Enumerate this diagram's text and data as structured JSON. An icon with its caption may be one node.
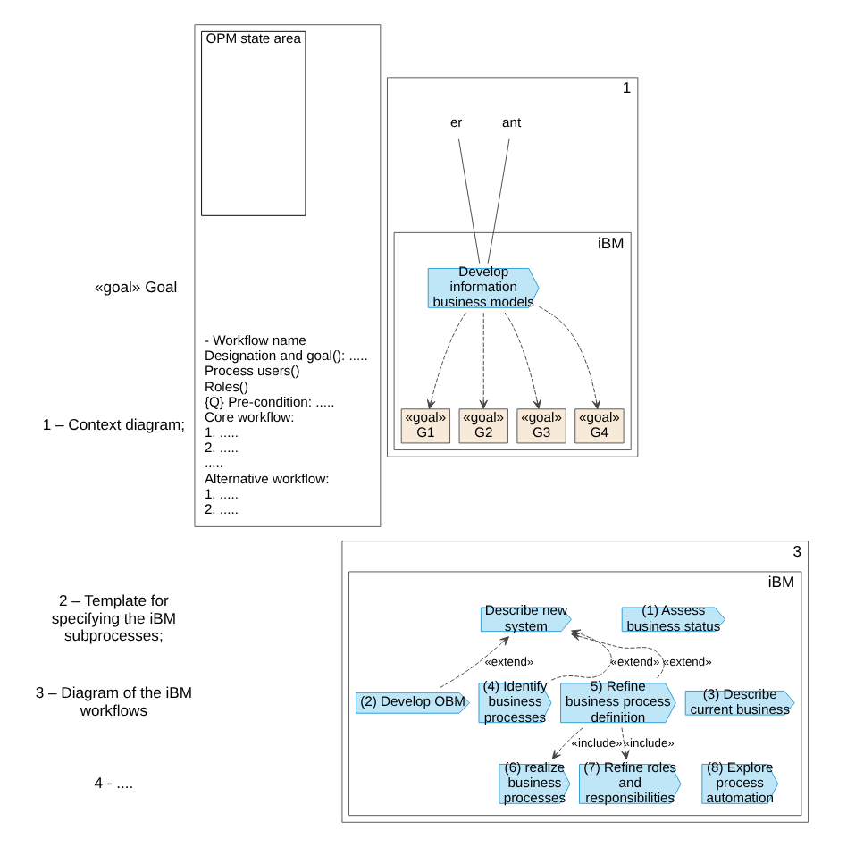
{
  "diagram": {
    "nodes": [
      {
        "text": [
          "1"
        ]
      },
      {
        "text": [
          "iBM"
        ],
        "in": 0
      },
      {
        "text": [
          "ant"
        ],
        "in": 0
      },
      {
        "text": [
          "er"
        ],
        "in": 0
      },
      {
        "text": [
          "Develop information business models"
        ],
        "in": 1
      },
      {
        "text": [
          "«goal»",
          "G1"
        ],
        "in": 1
      },
      {
        "text": [
          "«goal»",
          "G2"
        ],
        "in": 1
      },
      {
        "text": [
          "«goal»",
          "G3"
        ],
        "in": 1
      },
      {
        "text": [
          "«goal»",
          "G4"
        ],
        "in": 1
      },
      {
        "text": [],
        "shape": "box"
      },
      {
        "text": [
          "- Workflow name",
          "Designation and goal(): .....",
          "Process users()",
          "Roles()",
          "{Q} Pre-condition: .....",
          "Core workflow:",
          "1. .....",
          "2. .....",
          ".....",
          "Alternative workflow:",
          "1. .....",
          "2. ....."
        ],
        "in": 9
      },
      {
        "text": [
          "OPM state area"
        ],
        "in": 9
      },
      {
        "text": [
          "3"
        ]
      },
      {
        "text": [
          "iBM"
        ],
        "in": 12
      },
      {
        "text": [
          "(1) Assess business status"
        ],
        "in": 13
      },
      {
        "text": [
          "Describe new system"
        ],
        "in": 13
      },
      {
        "text": [
          "(2) Develop OBM"
        ],
        "in": 13
      },
      {
        "text": [
          "(4) Identify business processes"
        ],
        "in": 13
      },
      {
        "text": [
          "5) Refine business process definition"
        ],
        "in": 13
      },
      {
        "text": [
          "(3) Describe current business"
        ],
        "in": 13
      },
      {
        "text": [
          "(8) Explore process automation"
        ],
        "in": 13
      },
      {
        "text": [
          "(6) realize business processes"
        ],
        "in": 13
      },
      {
        "text": [
          "(7) Refine roles and responsibilities"
        ],
        "in": 13
      }
    ],
    "edges": [
      {
        "from": 2,
        "to": 4,
        "arrow": "none"
      },
      {
        "from": 3,
        "to": 4,
        "arrow": "none"
      },
      {
        "from": 4,
        "to": 5,
        "arrow": "to",
        "style": "dashed"
      },
      {
        "from": 4,
        "to": 6,
        "arrow": "to",
        "style": "dashed"
      },
      {
        "from": 4,
        "to": 7,
        "arrow": "to",
        "style": "dashed"
      },
      {
        "from": 4,
        "to": 8,
        "arrow": "to",
        "style": "dashed"
      },
      {
        "from": 16,
        "to": 15,
        "label": "«extend»",
        "arrow": "to",
        "style": "dashed"
      },
      {
        "from": 17,
        "to": 15,
        "label": "«extend»",
        "arrow": "to",
        "style": "dashed"
      },
      {
        "from": 18,
        "to": 15,
        "label": "«extend»",
        "arrow": "to",
        "style": "dashed"
      },
      {
        "from": 18,
        "to": 21,
        "label": "«include»",
        "arrow": "to",
        "style": "dashed"
      },
      {
        "from": 18,
        "to": 22,
        "label": "«include»",
        "arrow": "to",
        "style": "dashed"
      }
    ],
    "labels": [
      "«goal» Goal",
      "1 – Context diagram;",
      "2 – Template for specifying the iBM subprocesses;",
      "3 – Diagram of the iBM workflows",
      "4 - ...."
    ]
  }
}
